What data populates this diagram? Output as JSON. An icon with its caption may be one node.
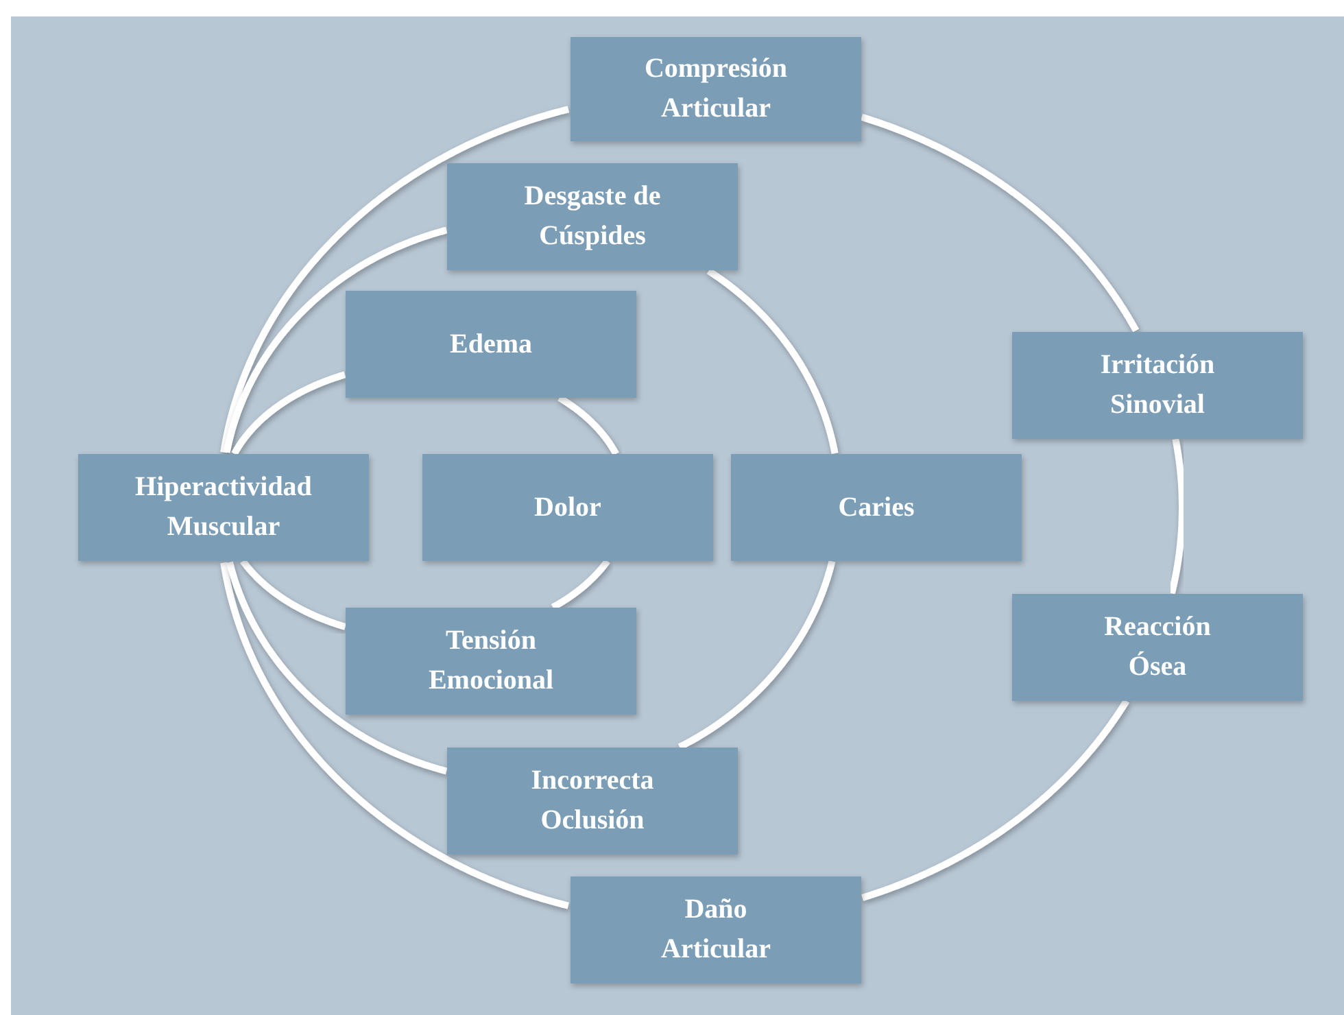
{
  "diagram": {
    "nodes": [
      {
        "text": [
          "Compresión Articular"
        ]
      },
      {
        "text": [
          "Desgaste de Cúspides"
        ]
      },
      {
        "text": [
          "Edema"
        ]
      },
      {
        "text": [
          "Irritación Sinovial"
        ]
      },
      {
        "text": [
          "Hiperactividad Muscular"
        ]
      },
      {
        "text": [
          "Dolor"
        ]
      },
      {
        "text": [
          "Caries"
        ]
      },
      {
        "text": [
          "Tensión Emocional"
        ]
      },
      {
        "text": [
          "Reacción Ósea"
        ]
      },
      {
        "text": [
          "Incorrecta Oclusión"
        ]
      },
      {
        "text": [
          "Daño Articular"
        ]
      }
    ],
    "edges": [
      {
        "from": 0,
        "to": 3,
        "arrow": "none"
      },
      {
        "from": 3,
        "to": 8,
        "arrow": "none"
      },
      {
        "from": 8,
        "to": 10,
        "arrow": "none"
      },
      {
        "from": 10,
        "to": 4,
        "arrow": "none"
      },
      {
        "from": 4,
        "to": 0,
        "arrow": "none"
      },
      {
        "from": 1,
        "to": 6,
        "arrow": "none"
      },
      {
        "from": 6,
        "to": 9,
        "arrow": "none"
      },
      {
        "from": 9,
        "to": 4,
        "arrow": "none"
      },
      {
        "from": 4,
        "to": 1,
        "arrow": "none"
      },
      {
        "from": 2,
        "to": 5,
        "arrow": "none"
      },
      {
        "from": 5,
        "to": 7,
        "arrow": "none"
      },
      {
        "from": 7,
        "to": 4,
        "arrow": "none"
      },
      {
        "from": 4,
        "to": 2,
        "arrow": "none"
      }
    ]
  }
}
